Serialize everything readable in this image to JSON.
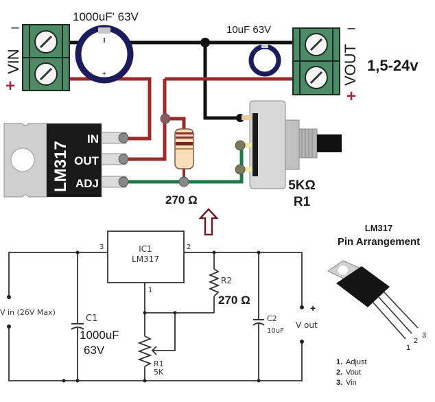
{
  "wiring": {
    "vin_terminal": {
      "label": "VIN",
      "minus": "–",
      "plus": "+"
    },
    "vout_terminal": {
      "label": "VOUT",
      "minus": "–",
      "plus": "+"
    },
    "output_range": "1,5-24v",
    "c1_label": "1000uF' 63V",
    "c2_label": "10uF 63V",
    "regulator": {
      "name": "LM317",
      "pins": [
        "IN",
        "OUT",
        "ADJ"
      ]
    },
    "resistor_label": "270 Ω",
    "pot_value": "5KΩ",
    "pot_ref": "R1"
  },
  "schematic": {
    "ic_ref": "IC1",
    "ic_name": "LM317",
    "pin3": "3",
    "pin2": "2",
    "pin1": "1",
    "vin_label": "V in (26V Max)",
    "c1_ref": "C1",
    "c1_value": "1000uF",
    "c1_voltage": "63V",
    "r1_ref": "R1",
    "r1_value": "5K",
    "r2_ref": "R2",
    "r2_value": "270 Ω",
    "c2_ref": "C2",
    "c2_value": "10uF",
    "vout_label": "V out",
    "vout_plus": "+"
  },
  "pinout": {
    "title1": "LM317",
    "title2": "Pin Arrangement",
    "leg_nums": [
      "1",
      "2",
      "3"
    ],
    "legend": [
      {
        "num": "1.",
        "text": "Adjust"
      },
      {
        "num": "2.",
        "text": "Vout"
      },
      {
        "num": "3.",
        "text": "Vin"
      }
    ]
  },
  "colors": {
    "terminal_green": "#4f8a68",
    "wire_red": "#9b2a2a",
    "wire_green": "#1f7a4a",
    "wire_black": "#111111",
    "cap_blue": "#1c1c5c",
    "plus_red": "#9b2a3a"
  }
}
